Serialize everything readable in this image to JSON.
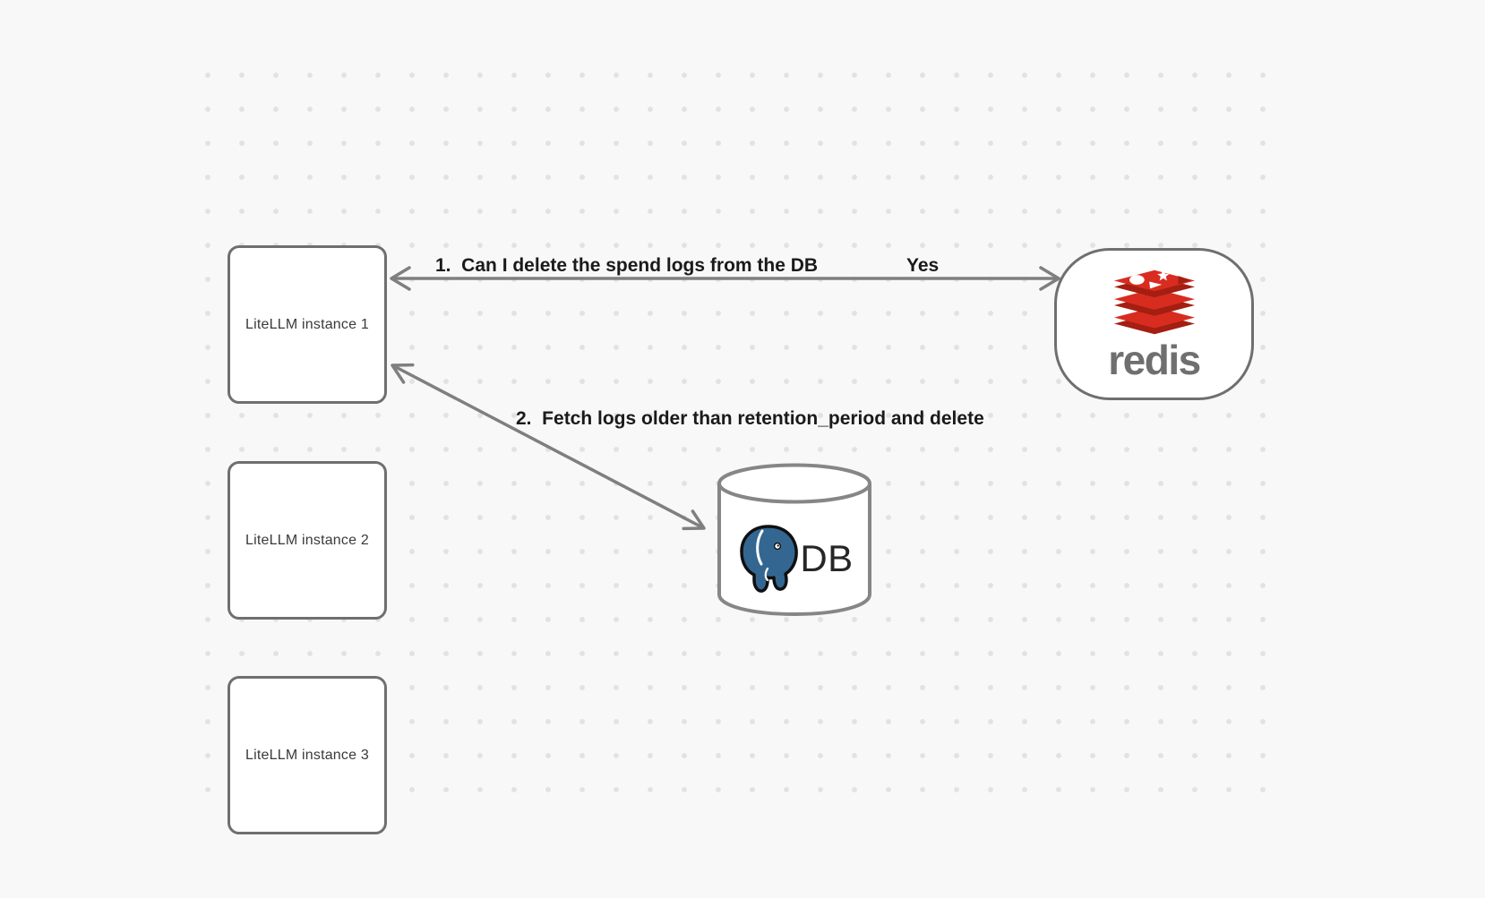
{
  "diagram": {
    "background": {
      "color": "#f8f8f8",
      "dot_color": "#e2e2e2"
    },
    "nodes": {
      "instance1": {
        "label": "LiteLLM instance 1"
      },
      "instance2": {
        "label": "LiteLLM instance 2"
      },
      "instance3": {
        "label": "LiteLLM instance 3"
      },
      "redis": {
        "wordmark": "redis",
        "icon": "redis-stack-icon",
        "red": "#d82c20",
        "dark_red": "#a41e11",
        "wordmark_color": "#6f6f6f"
      },
      "db": {
        "label": "DB",
        "icon": "postgresql-elephant-icon",
        "elephant_blue": "#336791"
      }
    },
    "edges": {
      "edge1": {
        "label": "1.  Can I delete the spend logs from the DB",
        "reply": "Yes",
        "from": "LiteLLM instance 1",
        "to": "redis"
      },
      "edge2": {
        "label": "2.  Fetch logs older than retention_period and delete",
        "from": "LiteLLM instance 1",
        "to": "DB"
      }
    },
    "stroke_color": "#7f7f7f"
  }
}
